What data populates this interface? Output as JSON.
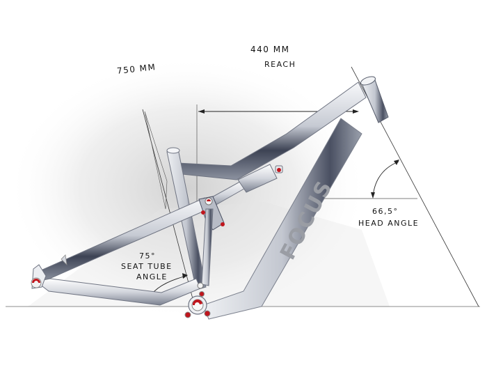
{
  "diagram": {
    "subject": "Full-suspension mountain bike frame sketch",
    "brand_logo": "FOCUS",
    "colors": {
      "frame_light": "#e9ebef",
      "frame_mid": "#b9bdc8",
      "frame_dark": "#3e4456",
      "accent_red": "#c0161d",
      "line": "#222222",
      "shadow": "#d6d6d6"
    },
    "annotations": {
      "reach": {
        "value": "440 MM",
        "label": "REACH"
      },
      "stack": {
        "value": "750 MM"
      },
      "seat_tube_angle": {
        "value": "75°",
        "label_line1": "SEAT TUBE",
        "label_line2": "ANGLE"
      },
      "head_angle": {
        "value": "66,5°",
        "label": "HEAD ANGLE"
      }
    }
  }
}
